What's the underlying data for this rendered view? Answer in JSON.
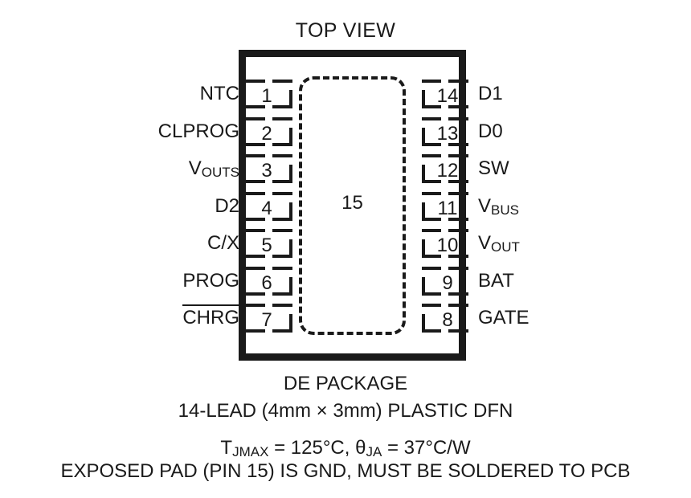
{
  "figure": {
    "title": "TOP VIEW",
    "exposed_pad_number": "15"
  },
  "pins": {
    "left": [
      {
        "number": "1",
        "label": "NTC",
        "label_sub": "",
        "overline": false
      },
      {
        "number": "2",
        "label": "CLPROG",
        "label_sub": "",
        "overline": false
      },
      {
        "number": "3",
        "label": "V",
        "label_sub": "OUTS",
        "overline": false
      },
      {
        "number": "4",
        "label": "D2",
        "label_sub": "",
        "overline": false
      },
      {
        "number": "5",
        "label": "C/X",
        "label_sub": "",
        "overline": false
      },
      {
        "number": "6",
        "label": "PROG",
        "label_sub": "",
        "overline": false
      },
      {
        "number": "7",
        "label": "CHRG",
        "label_sub": "",
        "overline": true
      }
    ],
    "right": [
      {
        "number": "14",
        "label": "D1",
        "label_sub": "",
        "overline": false
      },
      {
        "number": "13",
        "label": "D0",
        "label_sub": "",
        "overline": false
      },
      {
        "number": "12",
        "label": "SW",
        "label_sub": "",
        "overline": false
      },
      {
        "number": "11",
        "label": "V",
        "label_sub": "BUS",
        "overline": false
      },
      {
        "number": "10",
        "label": "V",
        "label_sub": "OUT",
        "overline": false
      },
      {
        "number": "9",
        "label": "BAT",
        "label_sub": "",
        "overline": false
      },
      {
        "number": "8",
        "label": "GATE",
        "label_sub": "",
        "overline": false
      }
    ]
  },
  "caption": {
    "line1": "DE PACKAGE",
    "line2": "14-LEAD (4mm × 3mm) PLASTIC DFN",
    "line3_t_symbol": "T",
    "line3_t_sub": "JMAX",
    "line3_mid": " = 125°C, ",
    "line3_theta_symbol": "θ",
    "line3_theta_sub": "JA",
    "line3_end": " = 37°C/W",
    "line4": "EXPOSED PAD (PIN 15) IS GND, MUST BE SOLDERED TO PCB"
  },
  "colors": {
    "ink": "#1a1a1a",
    "background": "#ffffff"
  }
}
